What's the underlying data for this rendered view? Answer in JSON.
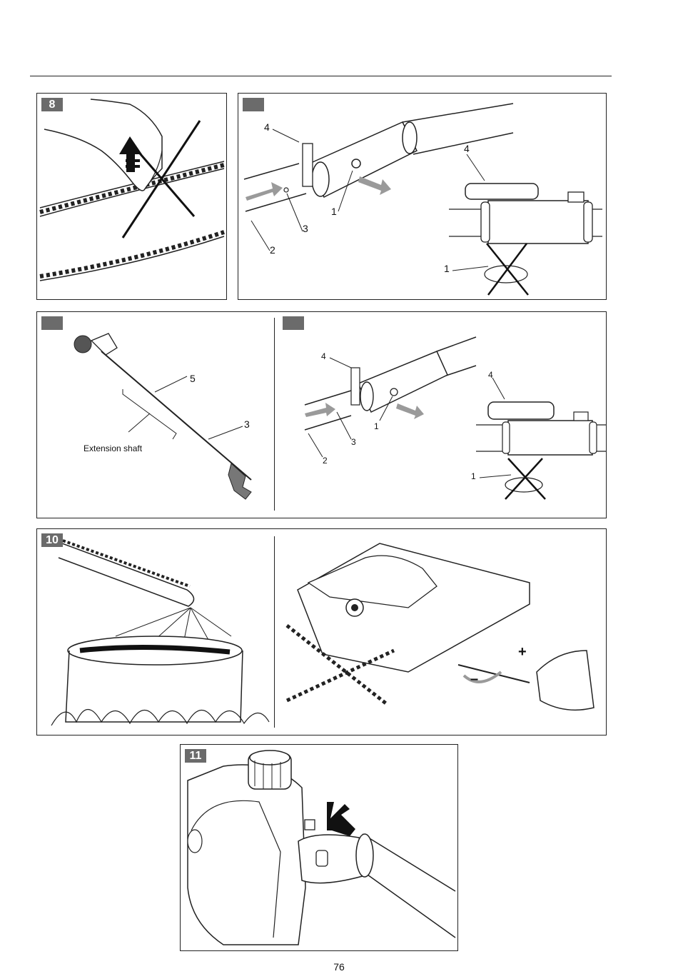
{
  "figures": {
    "fig8": {
      "tag": "8"
    },
    "fig9a": {
      "tag": "",
      "labels": [
        "4",
        "1",
        "3",
        "2",
        "4",
        "1"
      ]
    },
    "fig9b_left": {
      "tag": "",
      "labels": [
        "5",
        "3"
      ],
      "extension_label": "Extension shaft"
    },
    "fig9b_right": {
      "tag": "",
      "labels": [
        "4",
        "1",
        "3",
        "2",
        "4",
        "1"
      ]
    },
    "fig10": {
      "tag": "10",
      "adjust_plus": "+",
      "adjust_minus": "–"
    },
    "fig11": {
      "tag": "11"
    }
  },
  "footer": {
    "page_number": "76"
  },
  "colors": {
    "tag_bg": "#6b6b6b",
    "arrow_grey": "#9a9a9a",
    "line": "#222222"
  }
}
